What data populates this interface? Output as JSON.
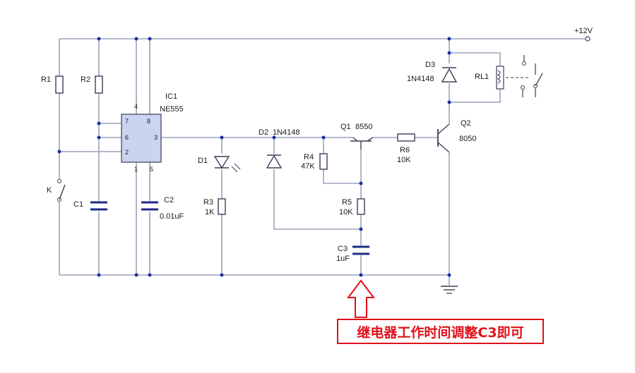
{
  "labels": {
    "vcc": "+12V",
    "r1": "R1",
    "r2": "R2",
    "ic1": "IC1",
    "ic1_part": "NE555",
    "c1": "C1",
    "c2": "C2",
    "c2_value": "0.01uF",
    "k": "K",
    "d1": "D1",
    "r3": "R3",
    "r3_value": "1K",
    "d2": "D2",
    "d2_part": "1N4148",
    "q1": "Q1",
    "q1_part": "8550",
    "r4": "R4",
    "r4_value": "47K",
    "r5": "R5",
    "r5_value": "10K",
    "c3": "C3",
    "c3_value": "1uF",
    "r6": "R6",
    "r6_value": "10K",
    "d3": "D3",
    "d3_part": "1N4148",
    "rl1": "RL1",
    "q2": "Q2",
    "q2_part": "8050"
  },
  "ic_pins": {
    "p7": "7",
    "p8": "8",
    "p6": "6",
    "p3": "3",
    "p2": "2",
    "p4": "4",
    "p1": "1",
    "p5": "5"
  },
  "annotation": "继电器工作时间调整C3即可",
  "colors": {
    "wire": "#9aa3b8",
    "junction": "#1d2fa8",
    "capacitor": "#1d2b8a",
    "annotation": "#e0101a",
    "ic_fill": "#c8d4f0"
  }
}
